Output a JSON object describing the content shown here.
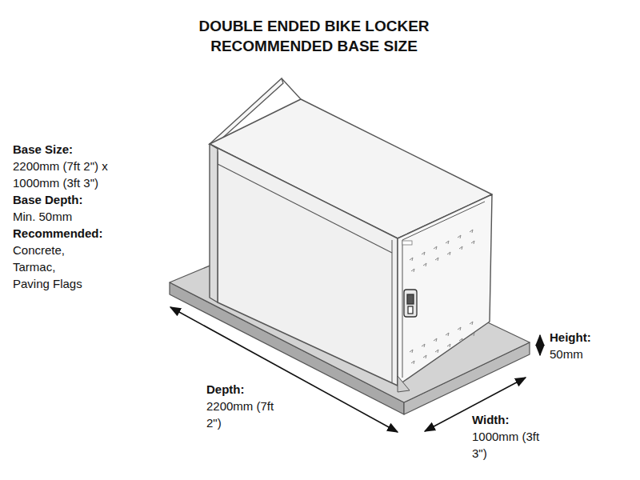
{
  "diagram": {
    "title": "DOUBLE ENDED BIKE LOCKER RECOMMENDED BASE SIZE",
    "labels": [
      "Base Size:",
      "2200mm (7ft 2\") x 1000mm (3ft 3\")",
      "Base Depth:",
      "Min. 50mm",
      "Recommended:",
      "Concrete,",
      "Tarmac,",
      "Paving Flags",
      "Depth:",
      "2200mm (7ft 2\")",
      "Width:",
      "1000mm (3ft 3\")",
      "Height:",
      "50mm"
    ]
  }
}
